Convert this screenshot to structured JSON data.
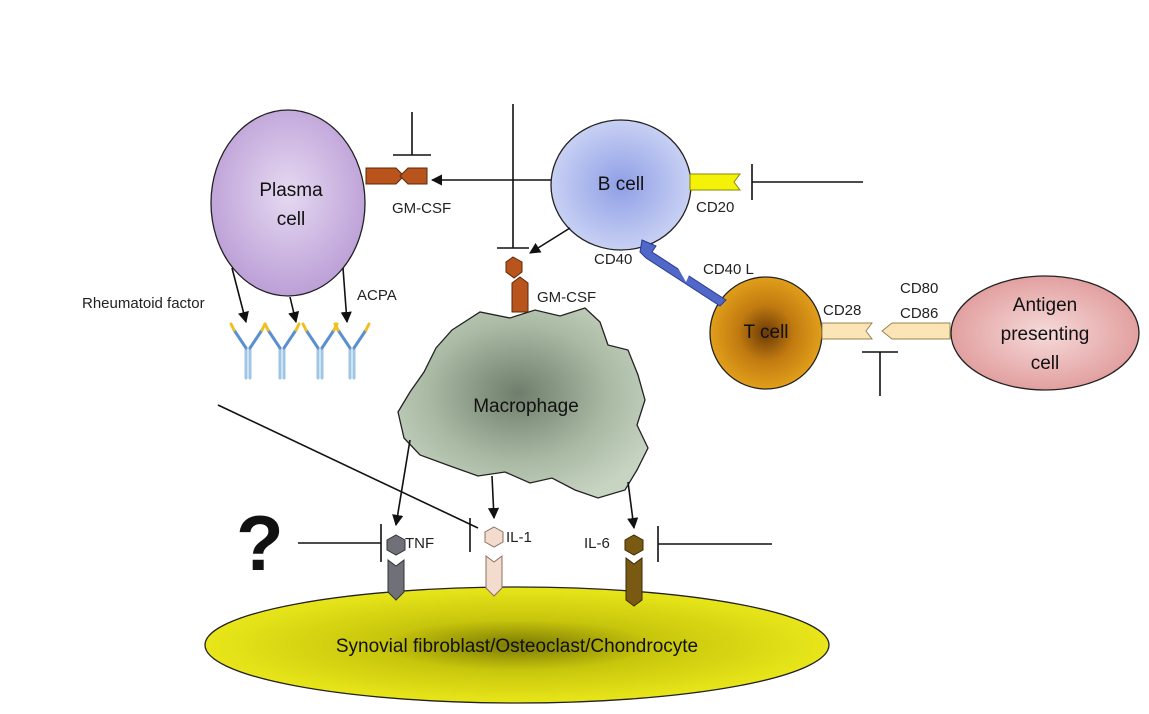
{
  "cells": {
    "plasma": [
      "Plasma",
      "cell"
    ],
    "b_cell": "B cell",
    "t_cell": "T cell",
    "apc": [
      "Antigen",
      "presenting",
      "cell"
    ],
    "macrophage": "Macrophage",
    "target": "Synovial fibroblast/Osteoclast/Chondrocyte"
  },
  "labels": {
    "gmcsf_plasma": "GM-CSF",
    "gmcsf_macrophage": "GM-CSF",
    "cd20": "CD20",
    "cd40": "CD40",
    "cd40l": "CD40 L",
    "cd28": "CD28",
    "cd80": "CD80",
    "cd86": "CD86",
    "rheumatoid_factor": "Rheumatoid factor",
    "acpa": "ACPA",
    "tnf": "TNF",
    "il1": "IL-1",
    "il6": "IL-6",
    "question": "?"
  },
  "colors": {
    "plasma": "#c9b3e0",
    "b_cell": "#b9c3ef",
    "t_cell": "#d99a12",
    "apc": "#e6a6a6",
    "macrophage": "#b3c2ad",
    "target": "#e8e61a",
    "gmcsf": "#b8541c",
    "cd20": "#f5f20a",
    "cd40l": "#5168c8",
    "cd28": "#fbe4b5",
    "tnf": "#707078",
    "il1": "#f3dccd",
    "il6": "#7a5a12"
  }
}
